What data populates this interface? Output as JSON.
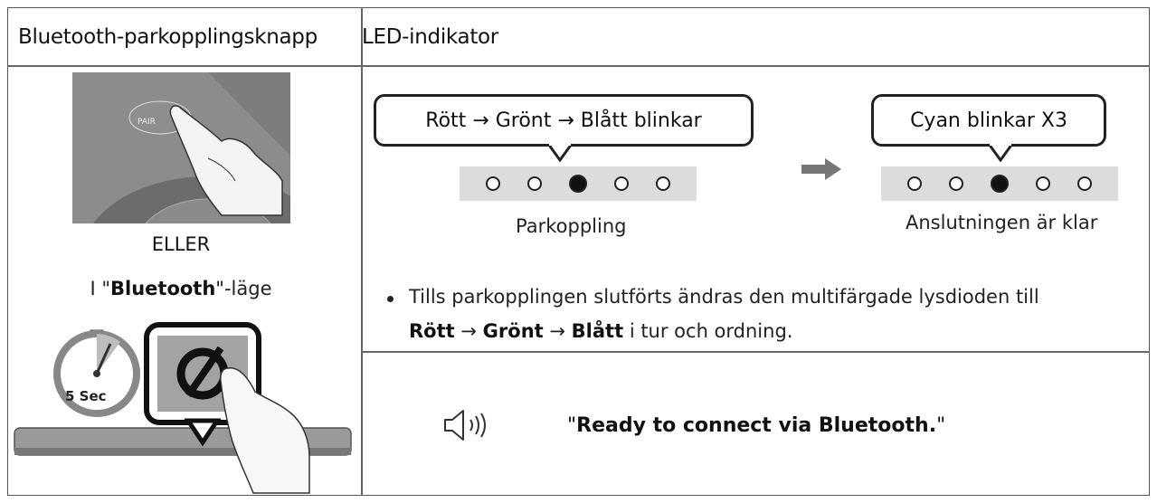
{
  "header": {
    "left_title": "Bluetooth-parkopplingsknapp",
    "right_title": "LED-indikator"
  },
  "left": {
    "pair_label": "PAIR",
    "or_text": "ELLER",
    "mode_prefix": "I \"",
    "mode_bold": "Bluetooth",
    "mode_suffix": "\"-läge",
    "timer_label": "5 Sec"
  },
  "led_panels": [
    {
      "bubble": "Rött → Grönt → Blått blinkar",
      "caption": "Parkoppling",
      "lit_index": 2,
      "count": 5
    },
    {
      "bubble": "Cyan blinkar X3",
      "caption": "Anslutningen är klar",
      "lit_index": 2,
      "count": 5
    }
  ],
  "bullet": {
    "line1": "Tills parkopplingen slutförts ändras den multifärgade lysdioden till",
    "red": "Rött",
    "green": "Grönt",
    "blue": "Blått",
    "arrow": "→",
    "tail": "i tur och ordning."
  },
  "voice": {
    "open_quote": "\"",
    "text": "Ready to connect via Bluetooth.",
    "close_quote": "\""
  },
  "icons": [
    "pair-finger-icon",
    "stopwatch-icon",
    "no-symbol-icon",
    "arrow-right-icon",
    "speaker-icon"
  ]
}
